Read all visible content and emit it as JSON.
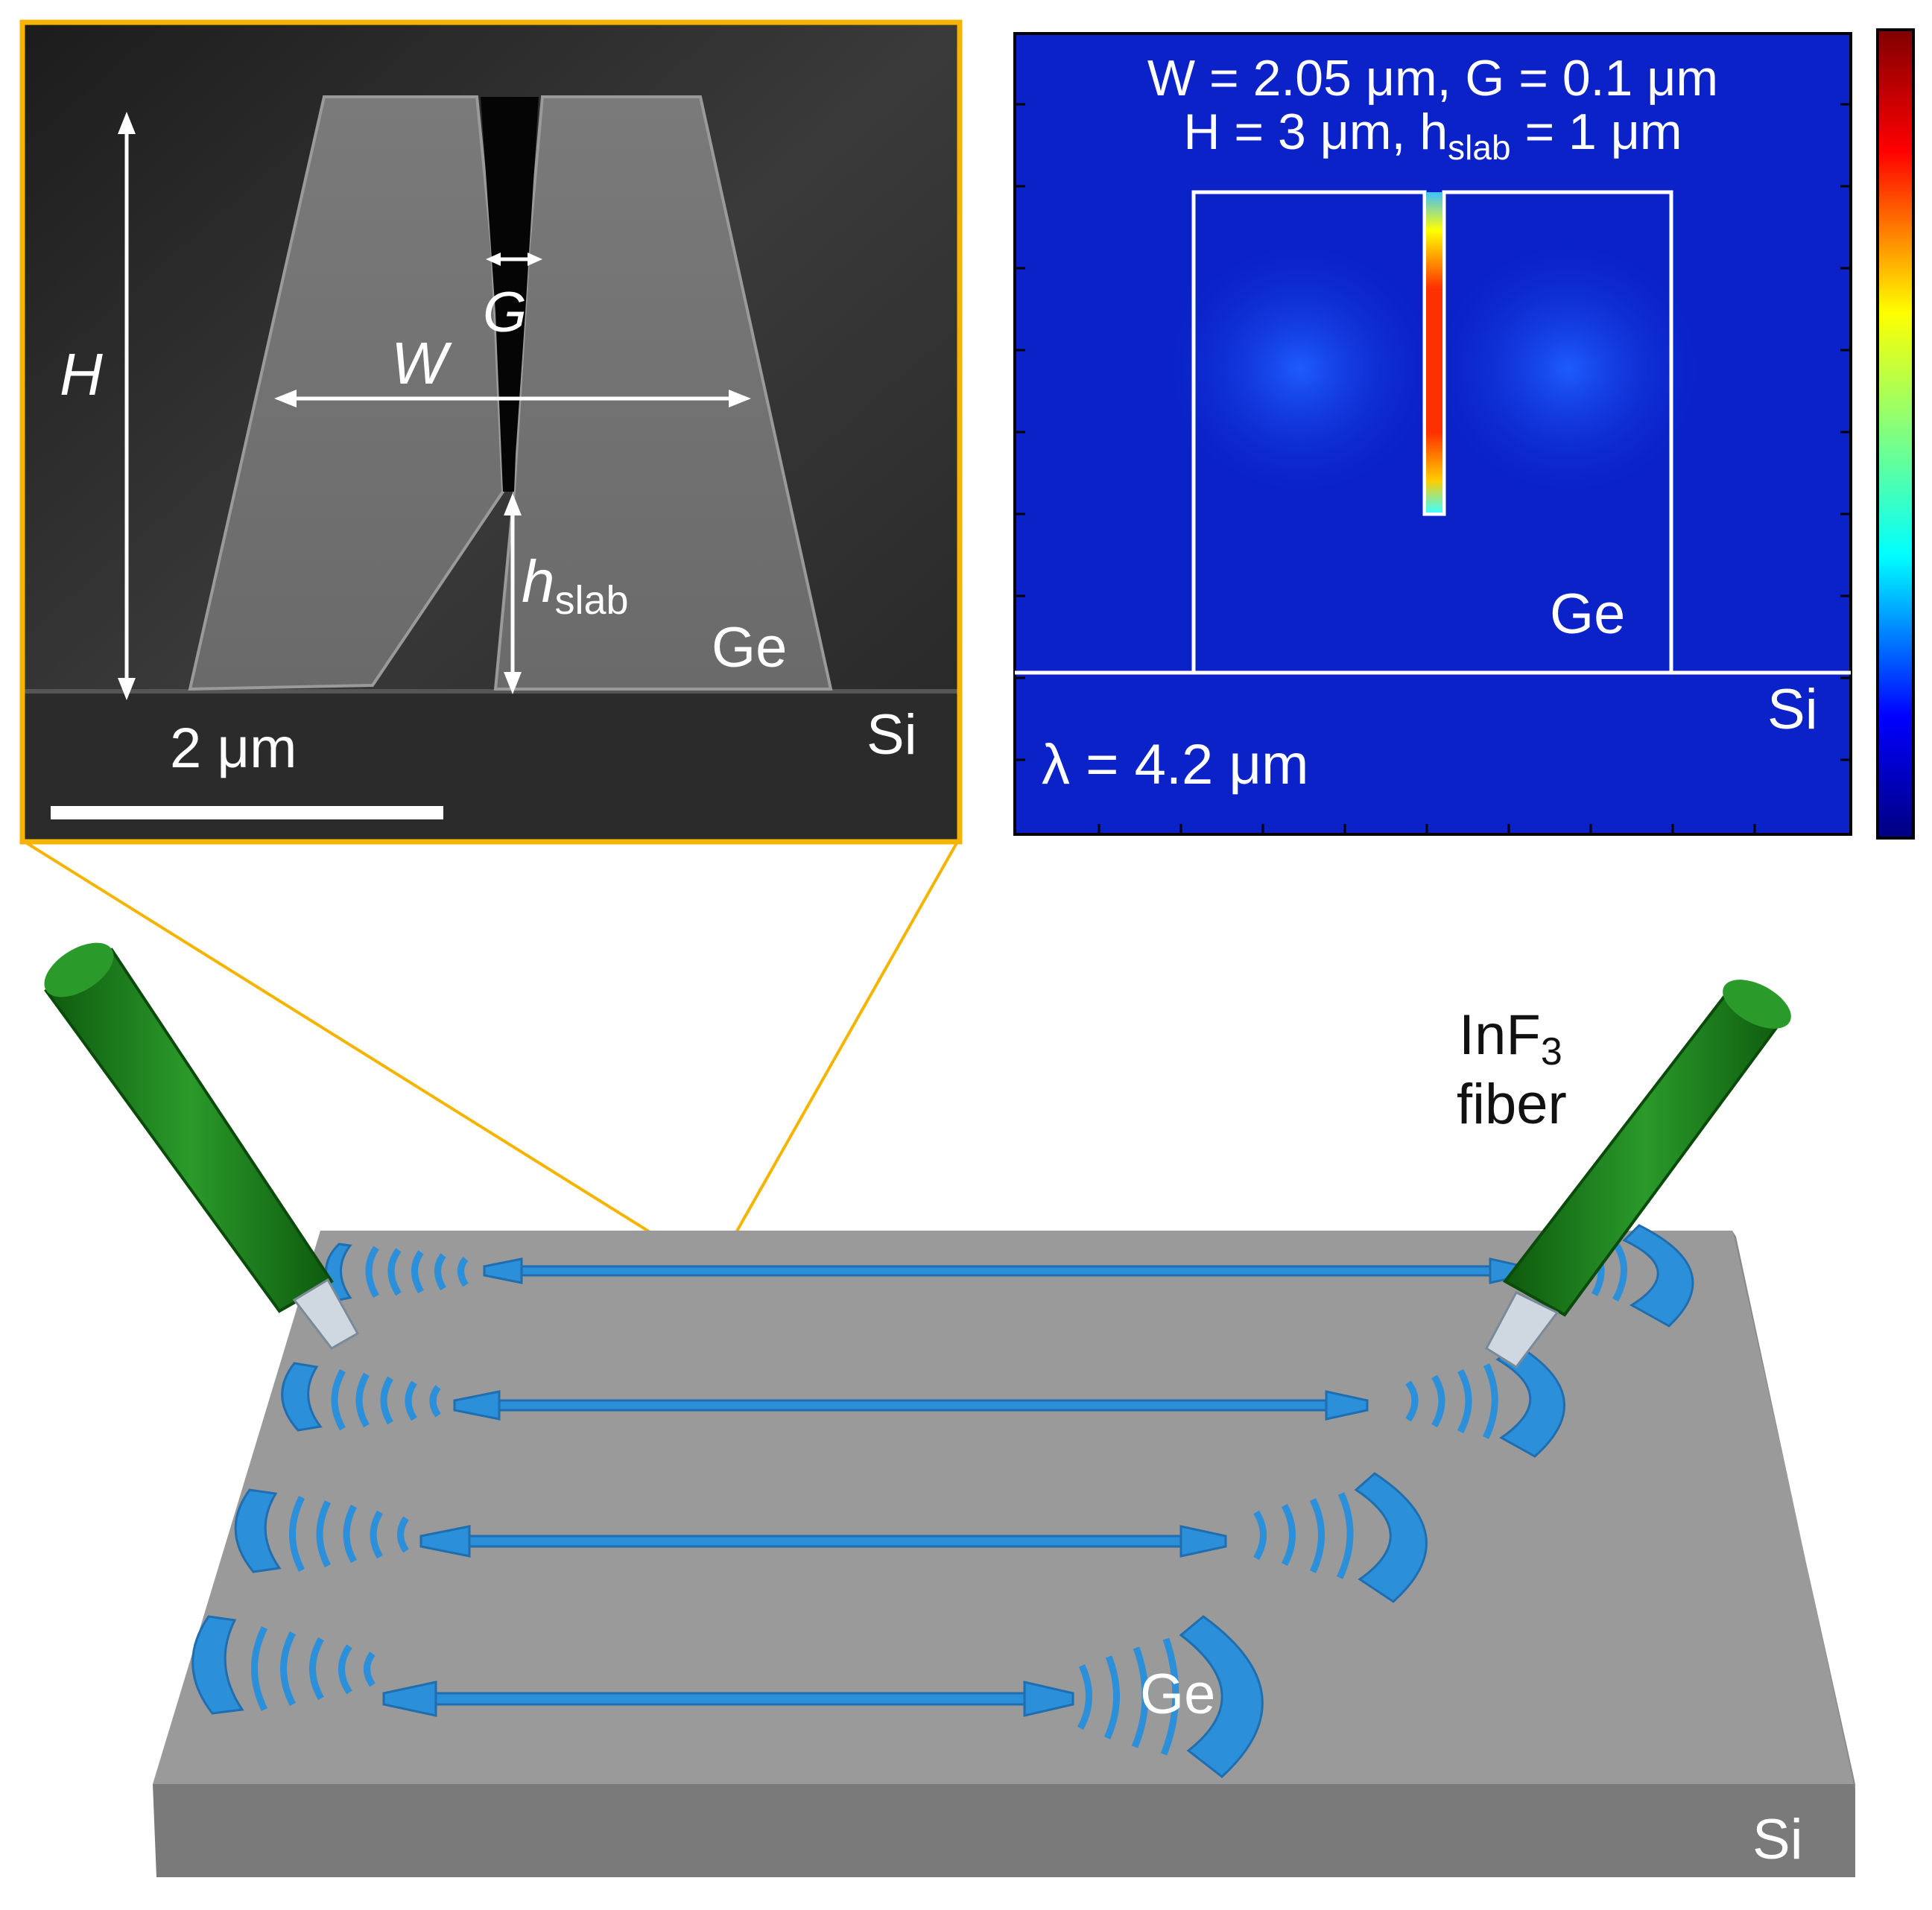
{
  "sem_panel": {
    "label_H": "H",
    "label_W": "W",
    "label_G": "G",
    "label_hslab_main": "h",
    "label_hslab_sub": "slab",
    "label_ge": "Ge",
    "label_si": "Si",
    "scale_bar_label": "2 μm",
    "frame_color": "#f5b400"
  },
  "field_panel": {
    "params_line1": "W = 2.05 μm, G = 0.1 μm",
    "params_line2": "H = 3 μm, h",
    "params_line2_sub": "slab",
    "params_line2_tail": " = 1 μm",
    "label_ge": "Ge",
    "label_si": "Si",
    "wavelength_label": "λ = 4.2 μm",
    "background_color": "#0a22c8",
    "colorbar_colors": [
      "#000080",
      "#0000ff",
      "#00ffff",
      "#80ff80",
      "#ffff00",
      "#ff0000",
      "#800000"
    ]
  },
  "chip_panel": {
    "fiber_label_line1": "InF",
    "fiber_label_sub": "3",
    "fiber_label_line2": "fiber",
    "waveguide_label": "Ge",
    "substrate_label": "Si",
    "fiber_color": "#1a7a1a",
    "waveguide_color": "#2b8fd9",
    "substrate_color": "#9a9a9a"
  }
}
